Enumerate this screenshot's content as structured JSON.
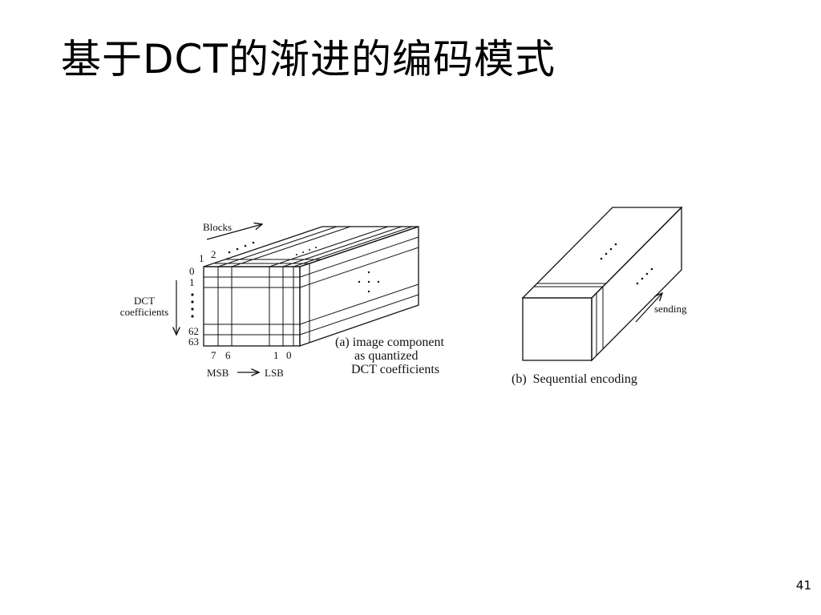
{
  "slide": {
    "title": "基于DCT的渐进的编码模式",
    "page_number": "41"
  },
  "figure_a": {
    "blocks_label": "Blocks",
    "block_index_1": "1",
    "block_index_2": "2",
    "coef_0": "0",
    "coef_1": "1",
    "coef_62": "62",
    "coef_63": "63",
    "dct_label_line1": "DCT",
    "dct_label_line2": "coefficients",
    "bit_7": "7",
    "bit_6": "6",
    "bit_1": "1",
    "bit_0": "0",
    "msb_label": "MSB",
    "lsb_label": "LSB",
    "caption_line1": "(a) image component",
    "caption_line2": "as quantized",
    "caption_line3": "DCT coefficients"
  },
  "figure_b": {
    "sending_label": "sending",
    "caption": "(b)  Sequential encoding"
  }
}
